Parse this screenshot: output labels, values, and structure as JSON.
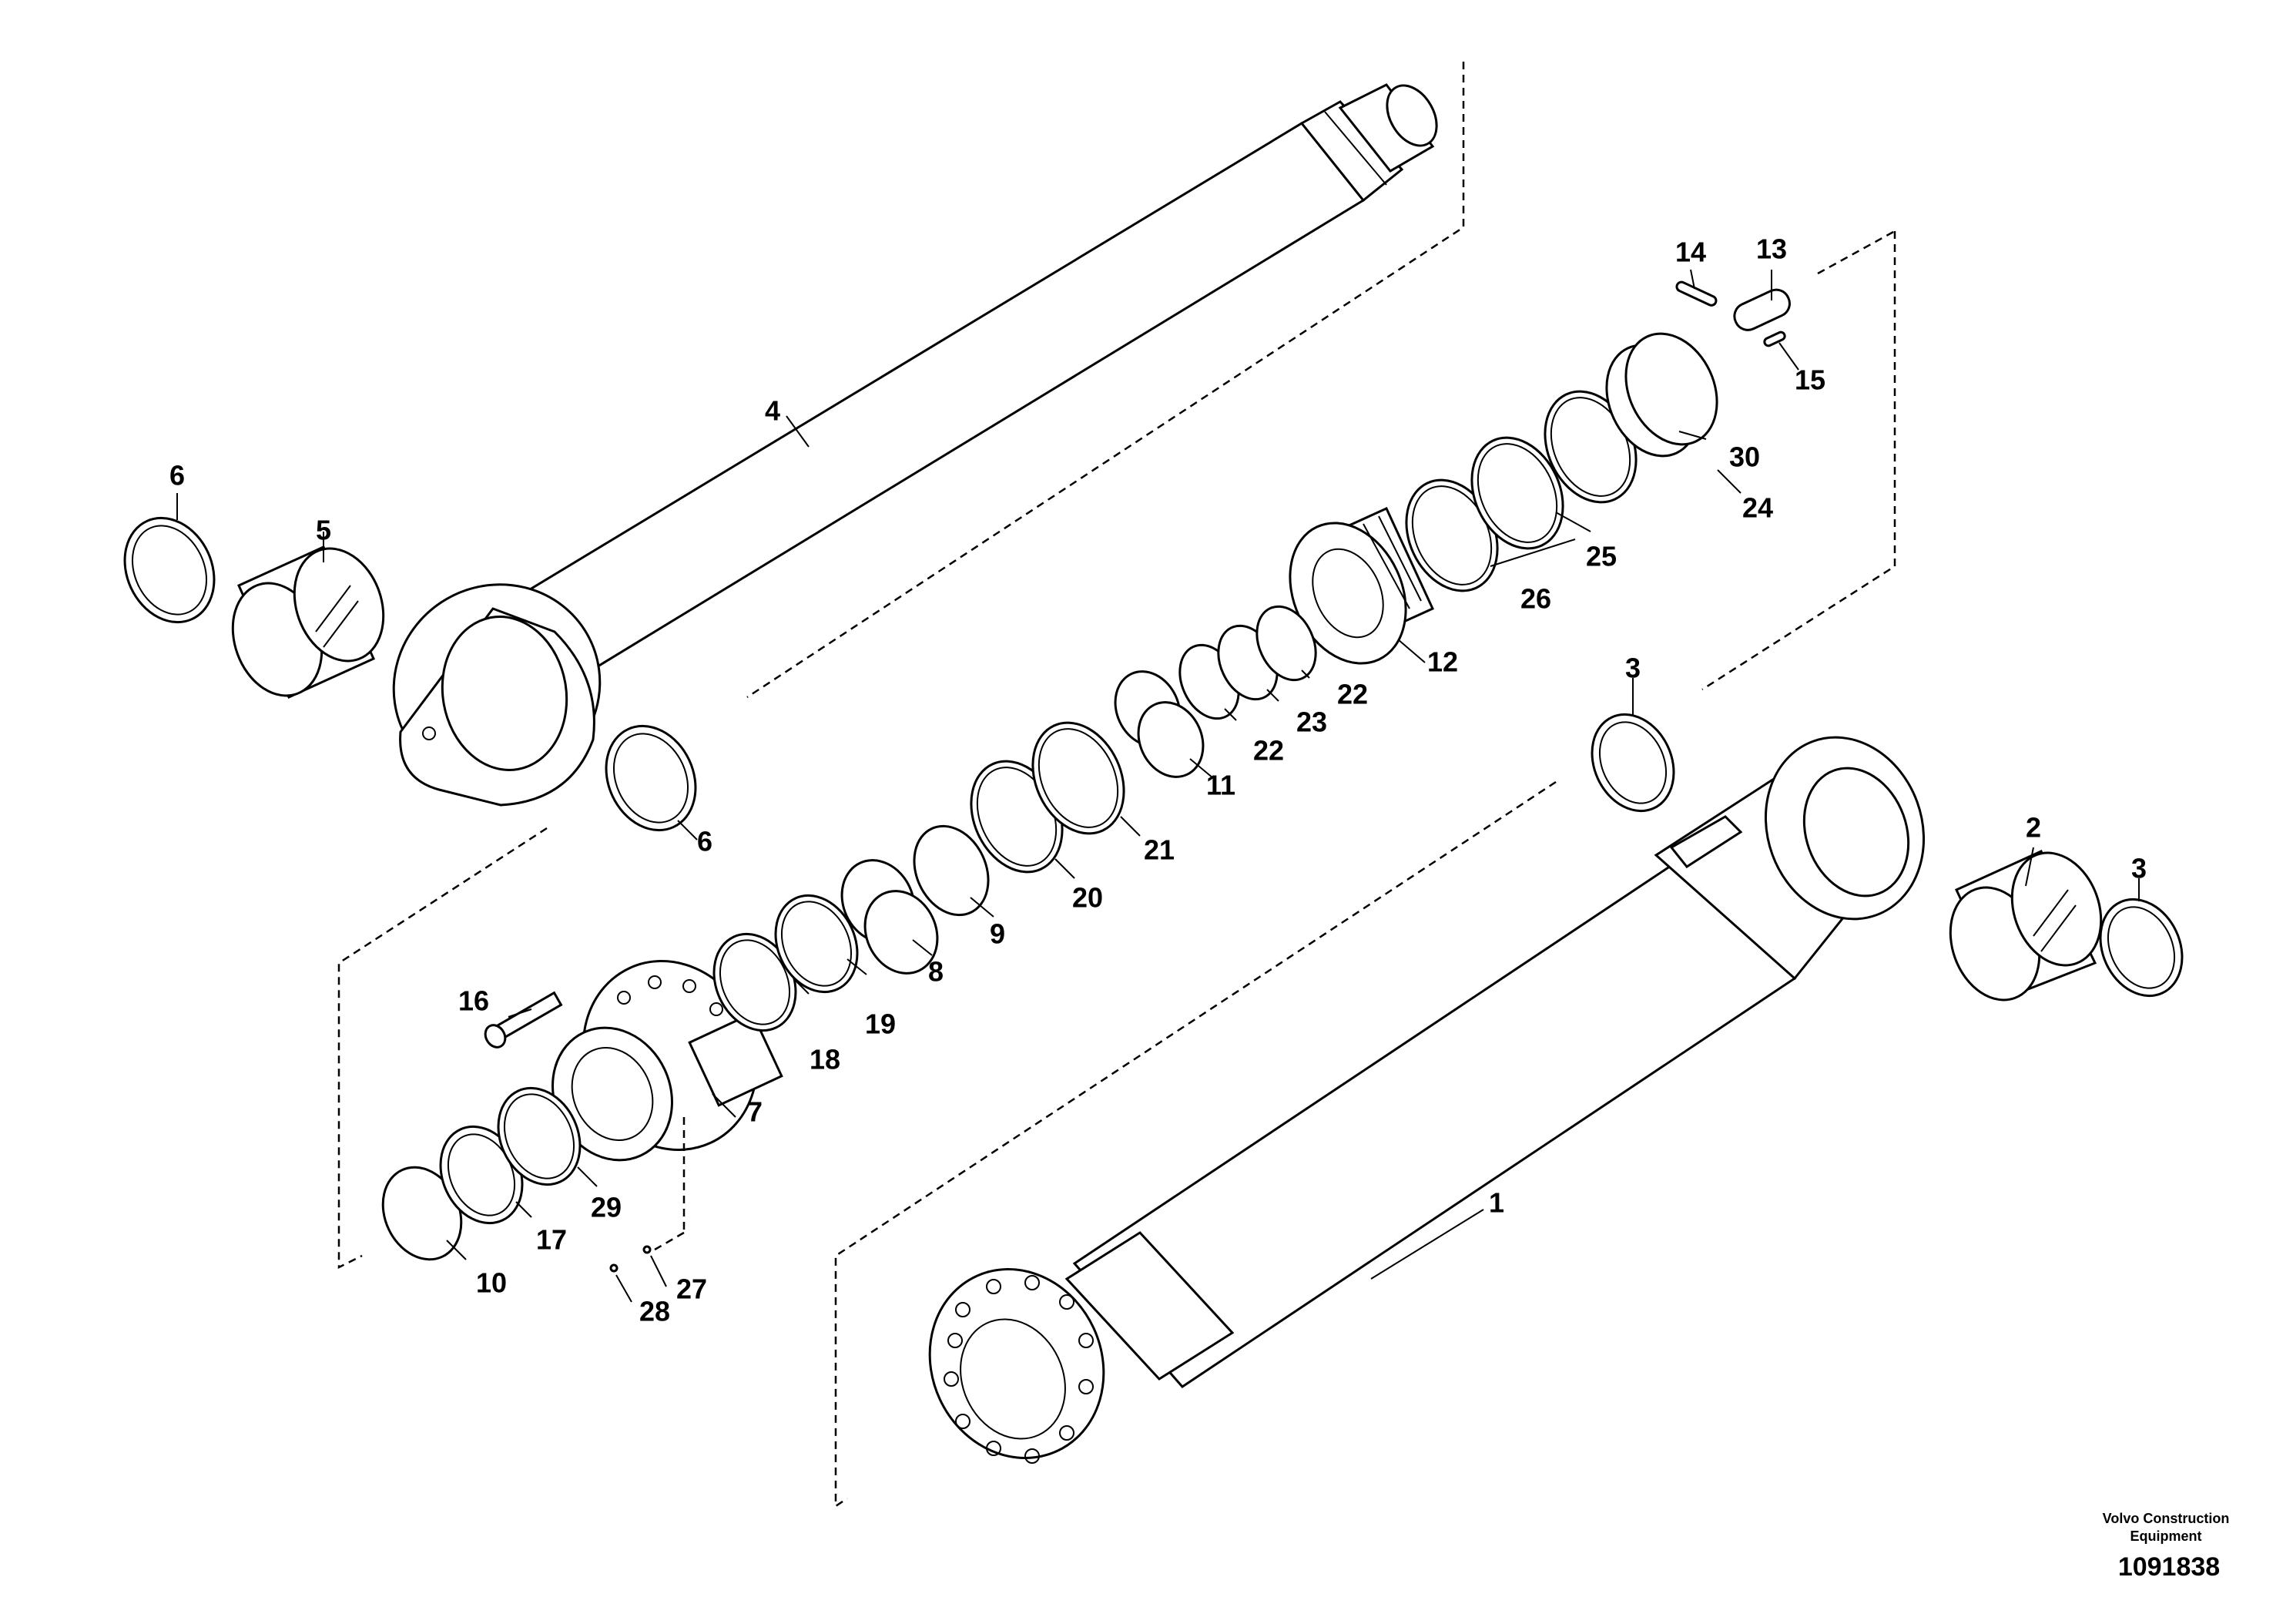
{
  "diagram": {
    "footer": {
      "company_line1": "Volvo Construction",
      "company_line2": "Equipment",
      "drawing_number": "1091838"
    },
    "part_labels": [
      {
        "id": "p1",
        "text": "1"
      },
      {
        "id": "p2",
        "text": "2"
      },
      {
        "id": "p3a",
        "text": "3"
      },
      {
        "id": "p3b",
        "text": "3"
      },
      {
        "id": "p4",
        "text": "4"
      },
      {
        "id": "p5",
        "text": "5"
      },
      {
        "id": "p6a",
        "text": "6"
      },
      {
        "id": "p6b",
        "text": "6"
      },
      {
        "id": "p7",
        "text": "7"
      },
      {
        "id": "p8",
        "text": "8"
      },
      {
        "id": "p9",
        "text": "9"
      },
      {
        "id": "p10",
        "text": "10"
      },
      {
        "id": "p11",
        "text": "11"
      },
      {
        "id": "p12",
        "text": "12"
      },
      {
        "id": "p13",
        "text": "13"
      },
      {
        "id": "p14",
        "text": "14"
      },
      {
        "id": "p15",
        "text": "15"
      },
      {
        "id": "p16",
        "text": "16"
      },
      {
        "id": "p17",
        "text": "17"
      },
      {
        "id": "p18",
        "text": "18"
      },
      {
        "id": "p19",
        "text": "19"
      },
      {
        "id": "p20",
        "text": "20"
      },
      {
        "id": "p21",
        "text": "21"
      },
      {
        "id": "p22a",
        "text": "22"
      },
      {
        "id": "p22b",
        "text": "22"
      },
      {
        "id": "p23",
        "text": "23"
      },
      {
        "id": "p24",
        "text": "24"
      },
      {
        "id": "p25",
        "text": "25"
      },
      {
        "id": "p26",
        "text": "26"
      },
      {
        "id": "p27",
        "text": "27"
      },
      {
        "id": "p28",
        "text": "28"
      },
      {
        "id": "p29",
        "text": "29"
      },
      {
        "id": "p30",
        "text": "30"
      }
    ]
  }
}
